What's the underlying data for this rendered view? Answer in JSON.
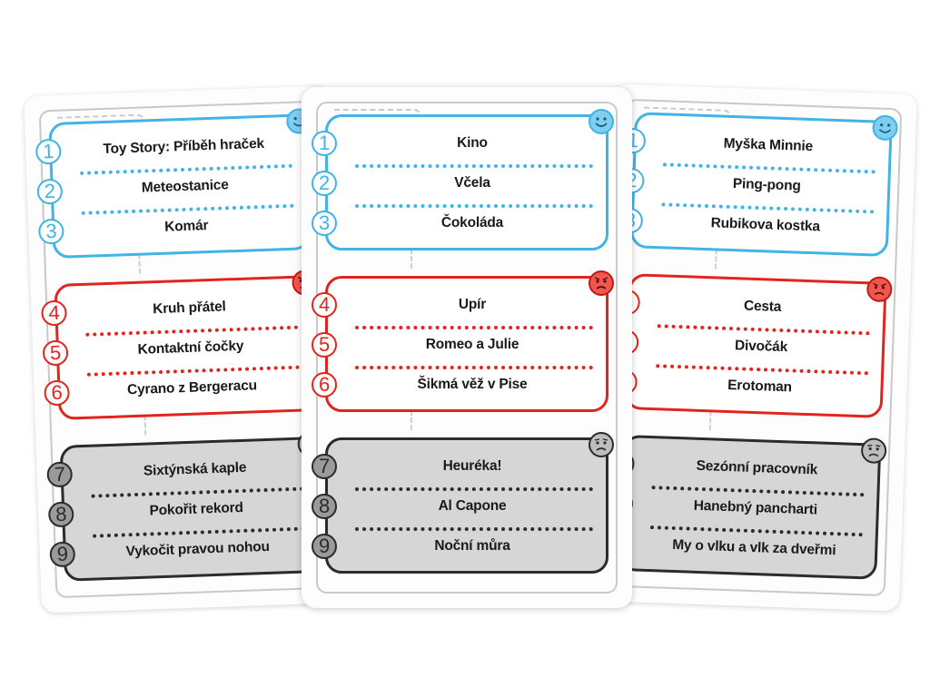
{
  "colors": {
    "blue": "#3fb4e5",
    "red": "#e2241d",
    "black": "#2b2b2b",
    "gray": "#d6d6d6"
  },
  "icons": {
    "blue": "smiley-face-icon",
    "red": "angry-face-icon",
    "black": "sad-face-icon"
  },
  "cards": {
    "left": {
      "blue": [
        {
          "n": "1",
          "text": "Toy Story: Příběh hraček"
        },
        {
          "n": "2",
          "text": "Meteostanice"
        },
        {
          "n": "3",
          "text": "Komár"
        }
      ],
      "red": [
        {
          "n": "4",
          "text": "Kruh přátel"
        },
        {
          "n": "5",
          "text": "Kontaktní čočky"
        },
        {
          "n": "6",
          "text": "Cyrano z Bergeracu"
        }
      ],
      "black": [
        {
          "n": "7",
          "text": "Sixtýnská kaple"
        },
        {
          "n": "8",
          "text": "Pokořit rekord"
        },
        {
          "n": "9",
          "text": "Vykočit pravou nohou"
        }
      ]
    },
    "center": {
      "blue": [
        {
          "n": "1",
          "text": "Kino"
        },
        {
          "n": "2",
          "text": "Včela"
        },
        {
          "n": "3",
          "text": "Čokoláda"
        }
      ],
      "red": [
        {
          "n": "4",
          "text": "Upír"
        },
        {
          "n": "5",
          "text": "Romeo a Julie"
        },
        {
          "n": "6",
          "text": "Šikmá věž v Pise"
        }
      ],
      "black": [
        {
          "n": "7",
          "text": "Heuréka!"
        },
        {
          "n": "8",
          "text": "Al Capone"
        },
        {
          "n": "9",
          "text": "Noční můra"
        }
      ]
    },
    "right": {
      "blue": [
        {
          "n": "1",
          "text": "Myška Minnie"
        },
        {
          "n": "2",
          "text": "Ping-pong"
        },
        {
          "n": "3",
          "text": "Rubikova kostka"
        }
      ],
      "red": [
        {
          "n": "4",
          "text": "Cesta"
        },
        {
          "n": "5",
          "text": "Divočák"
        },
        {
          "n": "6",
          "text": "Erotoman"
        }
      ],
      "black": [
        {
          "n": "7",
          "text": "Sezónní pracovník"
        },
        {
          "n": "8",
          "text": "Hanebný pancharti"
        },
        {
          "n": "9",
          "text": "My o vlku a vlk za dveřmi"
        }
      ]
    }
  }
}
